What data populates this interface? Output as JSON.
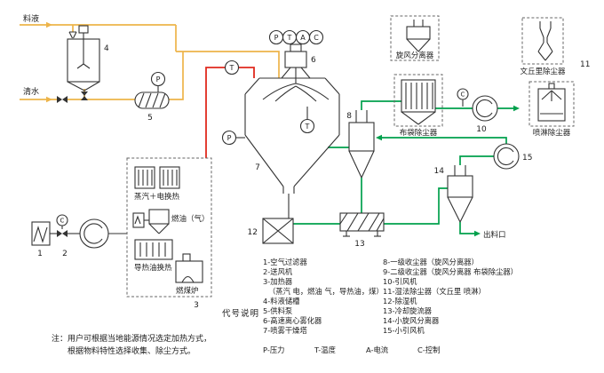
{
  "colors": {
    "feed_line": "#EDB44A",
    "hot_air_line": "#E02A1E",
    "exhaust_line": "#00A04C",
    "equipment_line": "#333333"
  },
  "streams": {
    "feed_liquid": "料液",
    "clean_water": "清水",
    "discharge_port": "出料口"
  },
  "equipment_labels": {
    "cyclone_separator": "旋风分离器",
    "bag_filter": "布袋除尘器",
    "venturi_scrubber": "文丘里除尘器",
    "spray_scrubber": "喷淋除尘器",
    "steam_electric_heater": "蒸汽＋电换热",
    "oil_gas_burner": "燃油（气）",
    "thermal_oil_heater": "导热油换热",
    "coal_furnace": "燃煤炉"
  },
  "instruments": {
    "pressure": "P",
    "temperature": "T",
    "current": "A",
    "control": "C"
  },
  "equipment_numbers": {
    "n1": "1",
    "n2": "2",
    "n3": "3",
    "n4": "4",
    "n5": "5",
    "n6": "6",
    "n7": "7",
    "n8": "8",
    "n10": "10",
    "n11": "11",
    "n12": "12",
    "n13": "13",
    "n14": "14",
    "n15": "15"
  },
  "legend": {
    "title": "代号说明",
    "left_column": [
      "1-空气过滤器",
      "2-送风机",
      "3-加热器",
      "（蒸汽 电，燃油 气，导热油，煤）",
      "4-料液储槽",
      "5-供料泵",
      "6-高速离心雾化器",
      "7-喷雾干燥塔"
    ],
    "right_column": [
      "8-一级收尘器（旋风分离器）",
      "9-二级收尘器（旋风分离器 布袋除尘器）",
      "10-引风机",
      "11-湿法除尘器（文丘里 喷淋）",
      "12-除湿机",
      "13-冷却旋流器",
      "14-小旋风分离器",
      "15-小引风机"
    ],
    "abbreviations": [
      "P-压力",
      "T-温度",
      "A-电流",
      "C-控制"
    ]
  },
  "note": {
    "line1": "注：用户可根据当地能源情况选定加热方式，",
    "line2": "根据物料特性选择收集、除尘方式。"
  }
}
